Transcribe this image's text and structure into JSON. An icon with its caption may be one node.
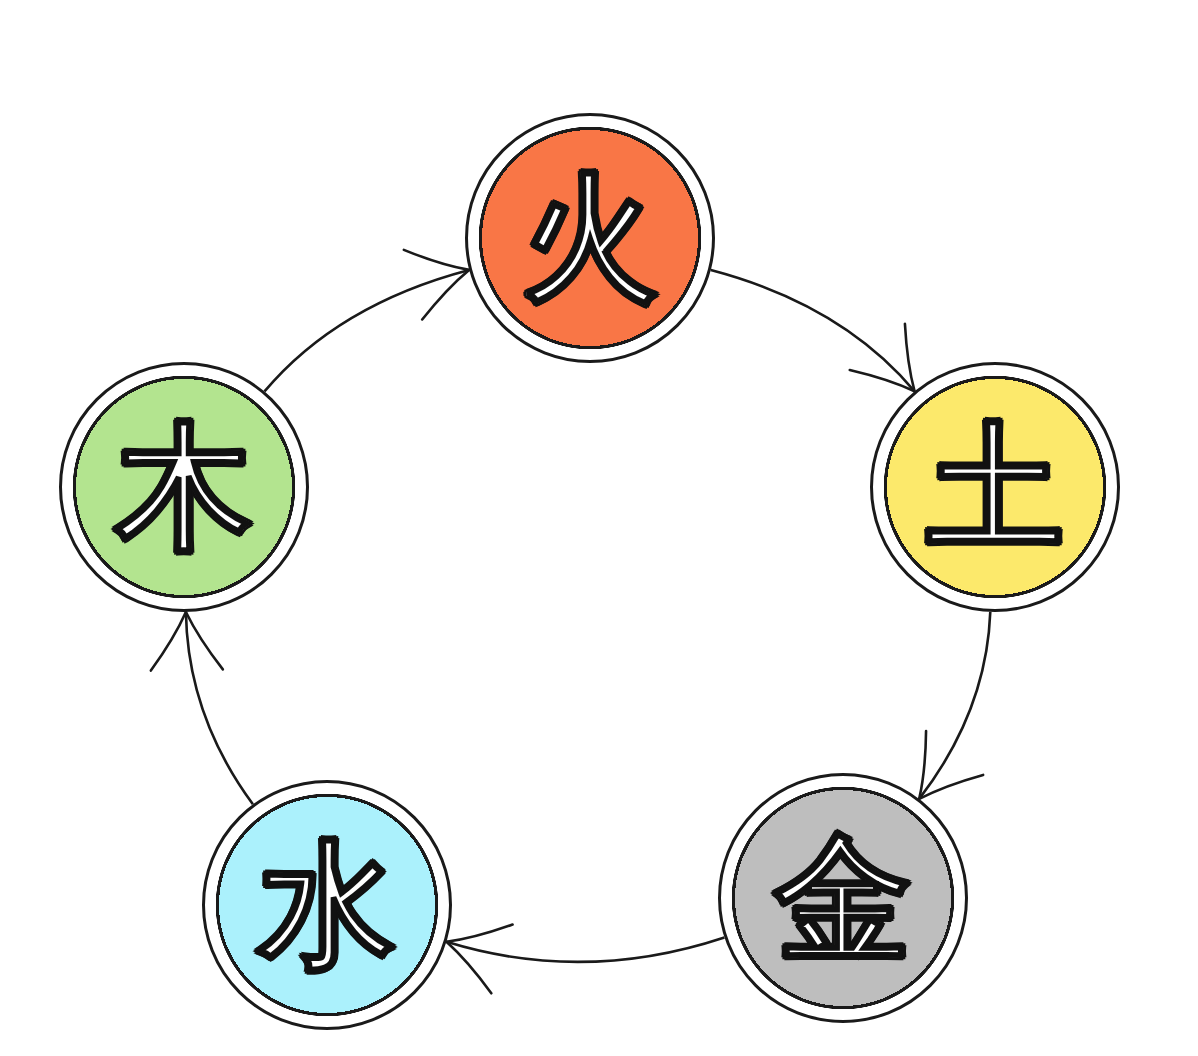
{
  "diagram": {
    "nodes": [
      {
        "text": [
          "火"
        ]
      },
      {
        "text": [
          "土"
        ]
      },
      {
        "text": [
          "金"
        ]
      },
      {
        "text": [
          "水"
        ]
      },
      {
        "text": [
          "木"
        ]
      }
    ],
    "edges": [
      {
        "from": 0,
        "to": 1,
        "arrow": "to"
      },
      {
        "from": 1,
        "to": 2,
        "arrow": "to"
      },
      {
        "from": 2,
        "to": 3,
        "arrow": "to"
      },
      {
        "from": 3,
        "to": 4,
        "arrow": "to"
      },
      {
        "from": 4,
        "to": 0,
        "arrow": "to"
      }
    ]
  }
}
